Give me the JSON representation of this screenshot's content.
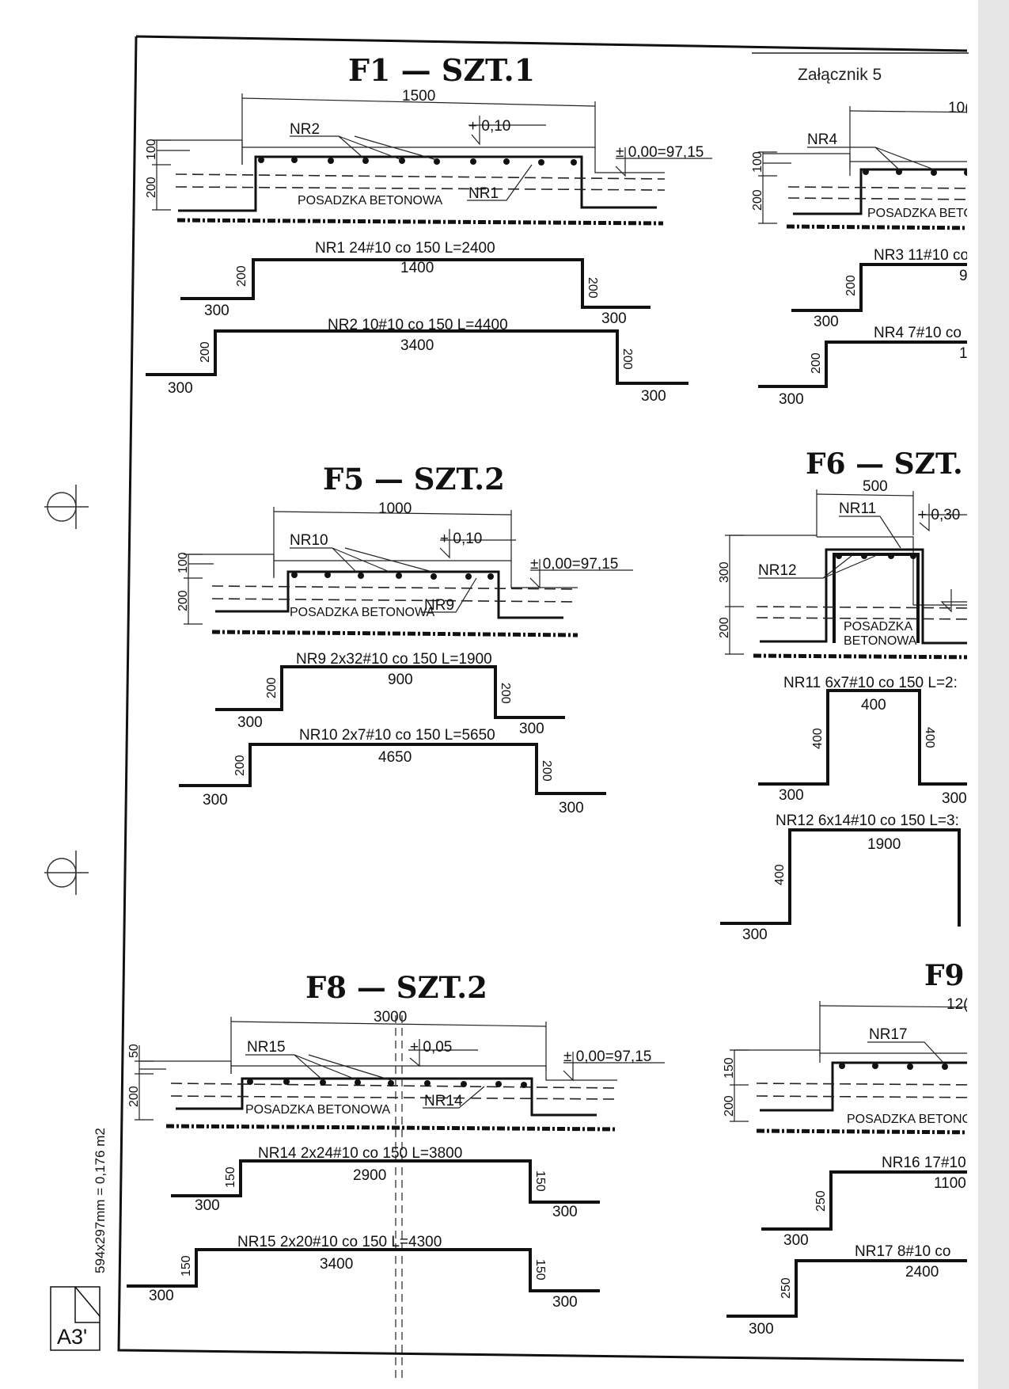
{
  "attachment_label": "Załącznik 5",
  "sheet": {
    "format": "A3'",
    "size_note": "594x297mm = 0,176 m2"
  },
  "footings": [
    {
      "title": "F1 — SZT.1",
      "span": "1500",
      "top_level": "+ 0,10",
      "ref_level": "± 0,00=97,15",
      "depth_labels": [
        "100",
        "200"
      ],
      "bar_top": "NR2",
      "bar_bottom": "NR1",
      "floor": "POSADZKA BETONOWA",
      "bars": [
        {
          "spec": "NR1 24#10 co 150 L=2400",
          "mid": "1400",
          "side": "200",
          "ends": [
            "300",
            "300"
          ]
        },
        {
          "spec": "NR2 10#10 co 150 L=4400",
          "mid": "3400",
          "side": "200",
          "ends": [
            "300",
            "300"
          ]
        }
      ]
    },
    {
      "title": "F5 — SZT.2",
      "span": "1000",
      "top_level": "+ 0,10",
      "ref_level": "± 0,00=97,15",
      "depth_labels": [
        "100",
        "200"
      ],
      "bar_top": "NR10",
      "bar_bottom": "NR9",
      "floor": "POSADZKA BETONOWA",
      "bars": [
        {
          "spec": "NR9 2x32#10 co 150 L=1900",
          "mid": "900",
          "side": "200",
          "ends": [
            "300",
            "300"
          ]
        },
        {
          "spec": "NR10 2x7#10 co 150 L=5650",
          "mid": "4650",
          "side": "200",
          "ends": [
            "300",
            "300"
          ]
        }
      ]
    },
    {
      "title": "F8 — SZT.2",
      "span": "3000",
      "top_level": "+ 0,05",
      "ref_level": "± 0,00=97,15",
      "depth_labels": [
        "50",
        "200"
      ],
      "bar_top": "NR15",
      "bar_bottom": "NR14",
      "floor": "POSADZKA BETONOWA",
      "bars": [
        {
          "spec": "NR14 2x24#10 co 150 L=3800",
          "mid": "2900",
          "side": "150",
          "ends": [
            "300",
            "300"
          ]
        },
        {
          "spec": "NR15 2x20#10 co 150 L=4300",
          "mid": "3400",
          "side": "150",
          "ends": [
            "300",
            "300"
          ]
        }
      ]
    }
  ],
  "right_column": {
    "f2": {
      "span": "10(",
      "bar_top": "NR4",
      "depth_labels": [
        "100",
        "200"
      ],
      "floor": "POSADZKA BETON",
      "bar_a": "NR3 11#10 co",
      "bar_a_mid": "9",
      "bar_a_side": "200",
      "bar_a_end": "300",
      "bar_b": "NR4 7#10 co",
      "bar_b_mid": "1(",
      "bar_b_side": "200",
      "bar_b_end": "300"
    },
    "f6": {
      "title": "F6 — SZT.",
      "span": "500",
      "top_level": "+ 0,30",
      "bar_top": "NR11",
      "bar_side": "NR12",
      "depth_labels": [
        "300",
        "200"
      ],
      "floor_1": "POSADZKA",
      "floor_2": "BETONOWA",
      "bar_a": "NR11 6x7#10 co 150 L=2:",
      "bar_a_mid": "400",
      "bar_a_side": "400",
      "bar_a_ends": [
        "300",
        "300"
      ],
      "bar_b": "NR12 6x14#10 co 150 L=3:",
      "bar_b_mid": "1900",
      "bar_b_side": "400",
      "bar_b_end": "300"
    },
    "f9": {
      "title": "F9",
      "span": "12(",
      "bar_top": "NR17",
      "depth_labels": [
        "150",
        "200"
      ],
      "floor": "POSADZKA BETONOW",
      "bar_a": "NR16 17#10",
      "bar_a_mid": "1100",
      "bar_a_side": "250",
      "bar_a_end": "300",
      "bar_b": "NR17 8#10 co",
      "bar_b_mid": "2400",
      "bar_b_side": "250",
      "bar_b_end": "300"
    }
  }
}
